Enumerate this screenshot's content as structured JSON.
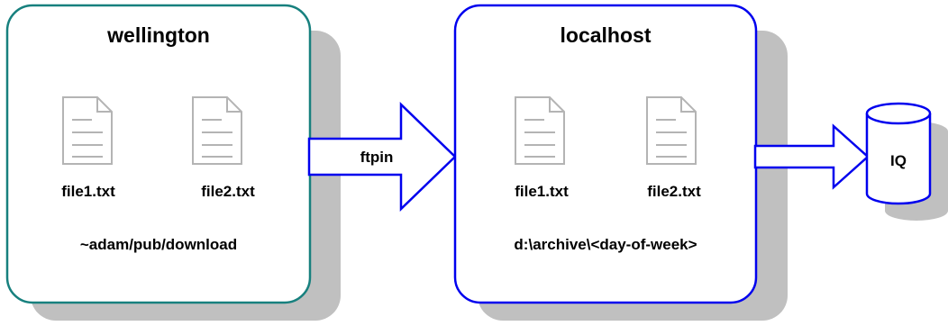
{
  "source_host": {
    "title": "wellington",
    "files": [
      "file1.txt",
      "file2.txt"
    ],
    "path": "~adam/pub/download",
    "border_color": "#17807e"
  },
  "transfer": {
    "label": "ftpin",
    "arrow_color": "#0000ee"
  },
  "target_host": {
    "title": "localhost",
    "files": [
      "file1.txt",
      "file2.txt"
    ],
    "path": "d:\\archive\\<day-of-week>",
    "border_color": "#0000ee"
  },
  "database": {
    "label": "IQ",
    "border_color": "#0000ee"
  },
  "shadow_color": "#c0c0c0",
  "file_icon_color": "#b4b4b4"
}
